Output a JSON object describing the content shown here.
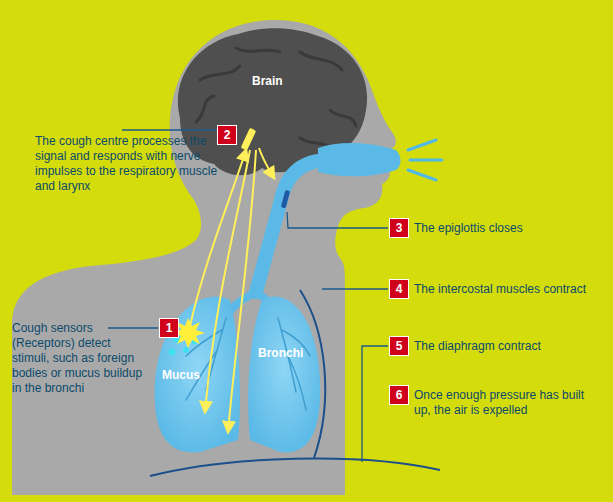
{
  "diagram": {
    "labels": [
      "Brain",
      "2",
      "The cough centre processes the signal and responds with nerve impulses to the respiratory muscle and larynx",
      "3",
      "The epiglottis closes",
      "4",
      "The intercostal muscles contract",
      "1",
      "Cough sensors (Receptors) detect stimuli, such as foreign bodies or mucus buildup in the bronchi",
      "Mucus",
      "Bronchi",
      "5",
      "The diaphragm contract",
      "6",
      "Once enough pressure has built up, the air is expelled"
    ]
  }
}
